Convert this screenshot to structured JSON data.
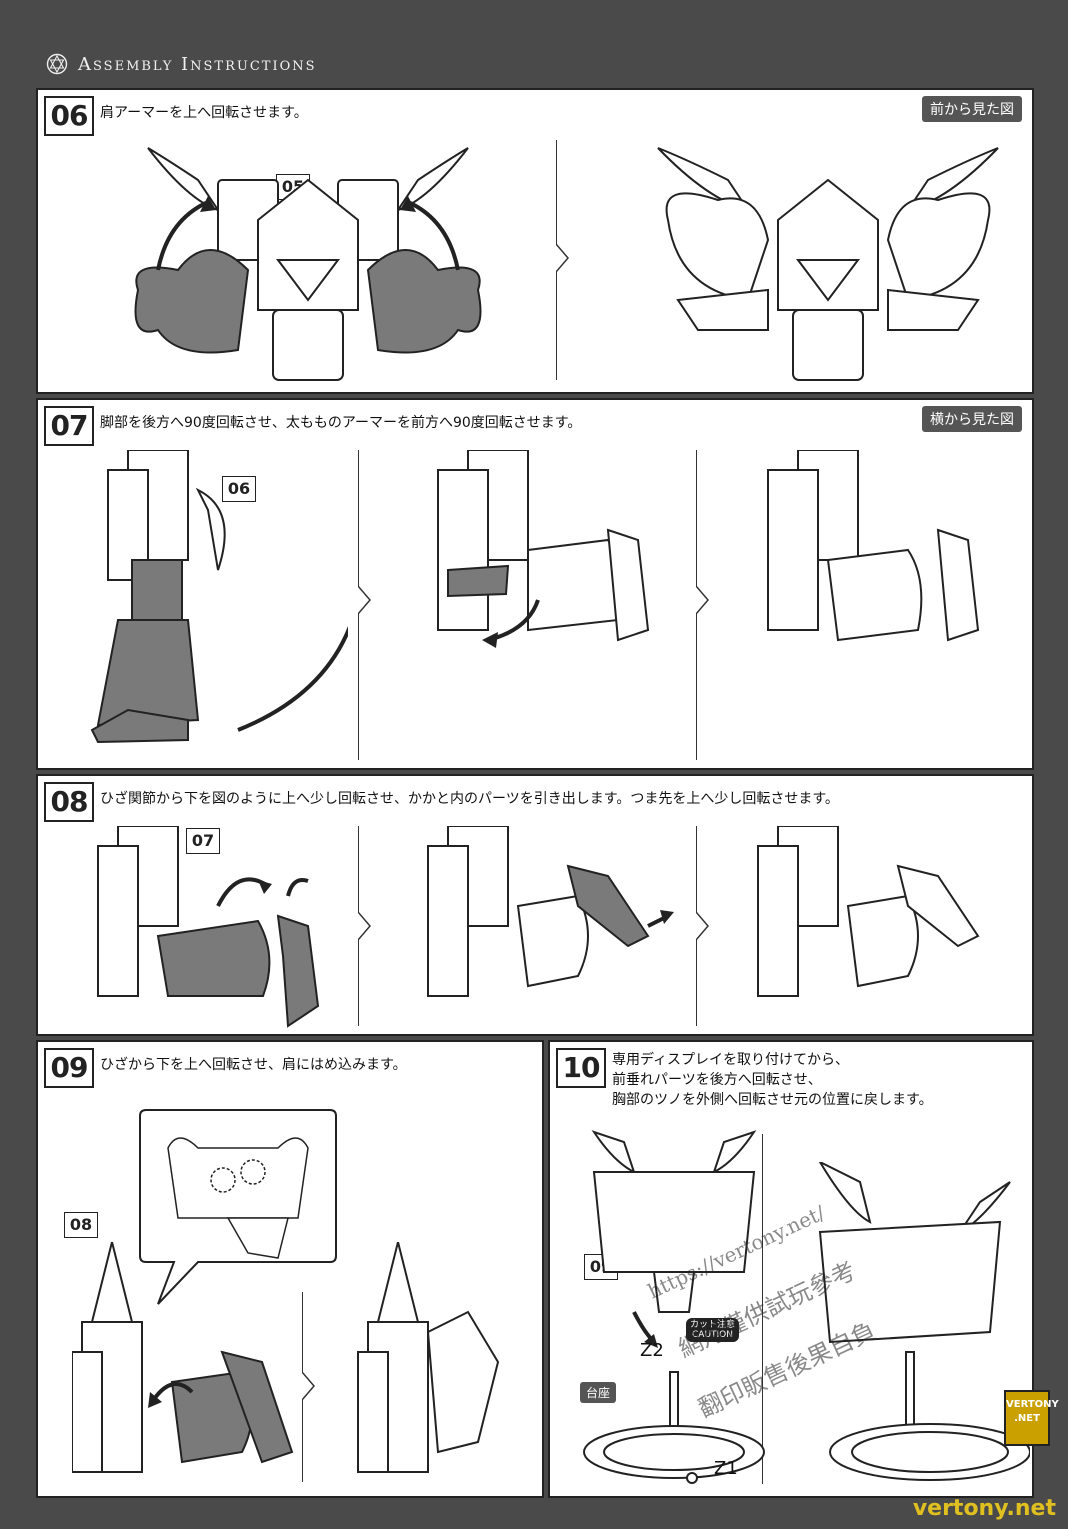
{
  "header": {
    "title": "Assembly Instructions"
  },
  "steps": {
    "s06": {
      "number": "06",
      "text": "肩アーマーを上へ回転させます。",
      "view": "前から見た図",
      "ref": "05"
    },
    "s07": {
      "number": "07",
      "text": "脚部を後方へ90度回転させ、太もものアーマーを前方へ90度回転させます。",
      "view": "横から見た図",
      "ref": "06"
    },
    "s08": {
      "number": "08",
      "text": "ひざ関節から下を図のように上へ少し回転させ、かかと内のパーツを引き出します。つま先を上へ少し回転させます。",
      "ref": "07"
    },
    "s09": {
      "number": "09",
      "text": "ひざから下を上へ回転させ、肩にはめ込みます。",
      "ref": "08"
    },
    "s10": {
      "number": "10",
      "text_lines": [
        "専用ディスプレイを取り付けてから、",
        "前垂れパーツを後方へ回転させ、",
        "胸部のツノを外側へ回転させ元の位置に戻します。"
      ],
      "ref": "09",
      "part_z2": "Z2",
      "part_z1": "Z1",
      "base_label": "台座",
      "caution_jp": "カット注意",
      "caution_en": "CAUTION"
    }
  },
  "watermarks": {
    "url": "https://vertony.net/",
    "line1": "網月僅供試玩參考",
    "line2": "翻印販售後果自負",
    "footer": "vertony.net",
    "logo_top": "VERTONY",
    "logo_bottom": ".NET"
  }
}
